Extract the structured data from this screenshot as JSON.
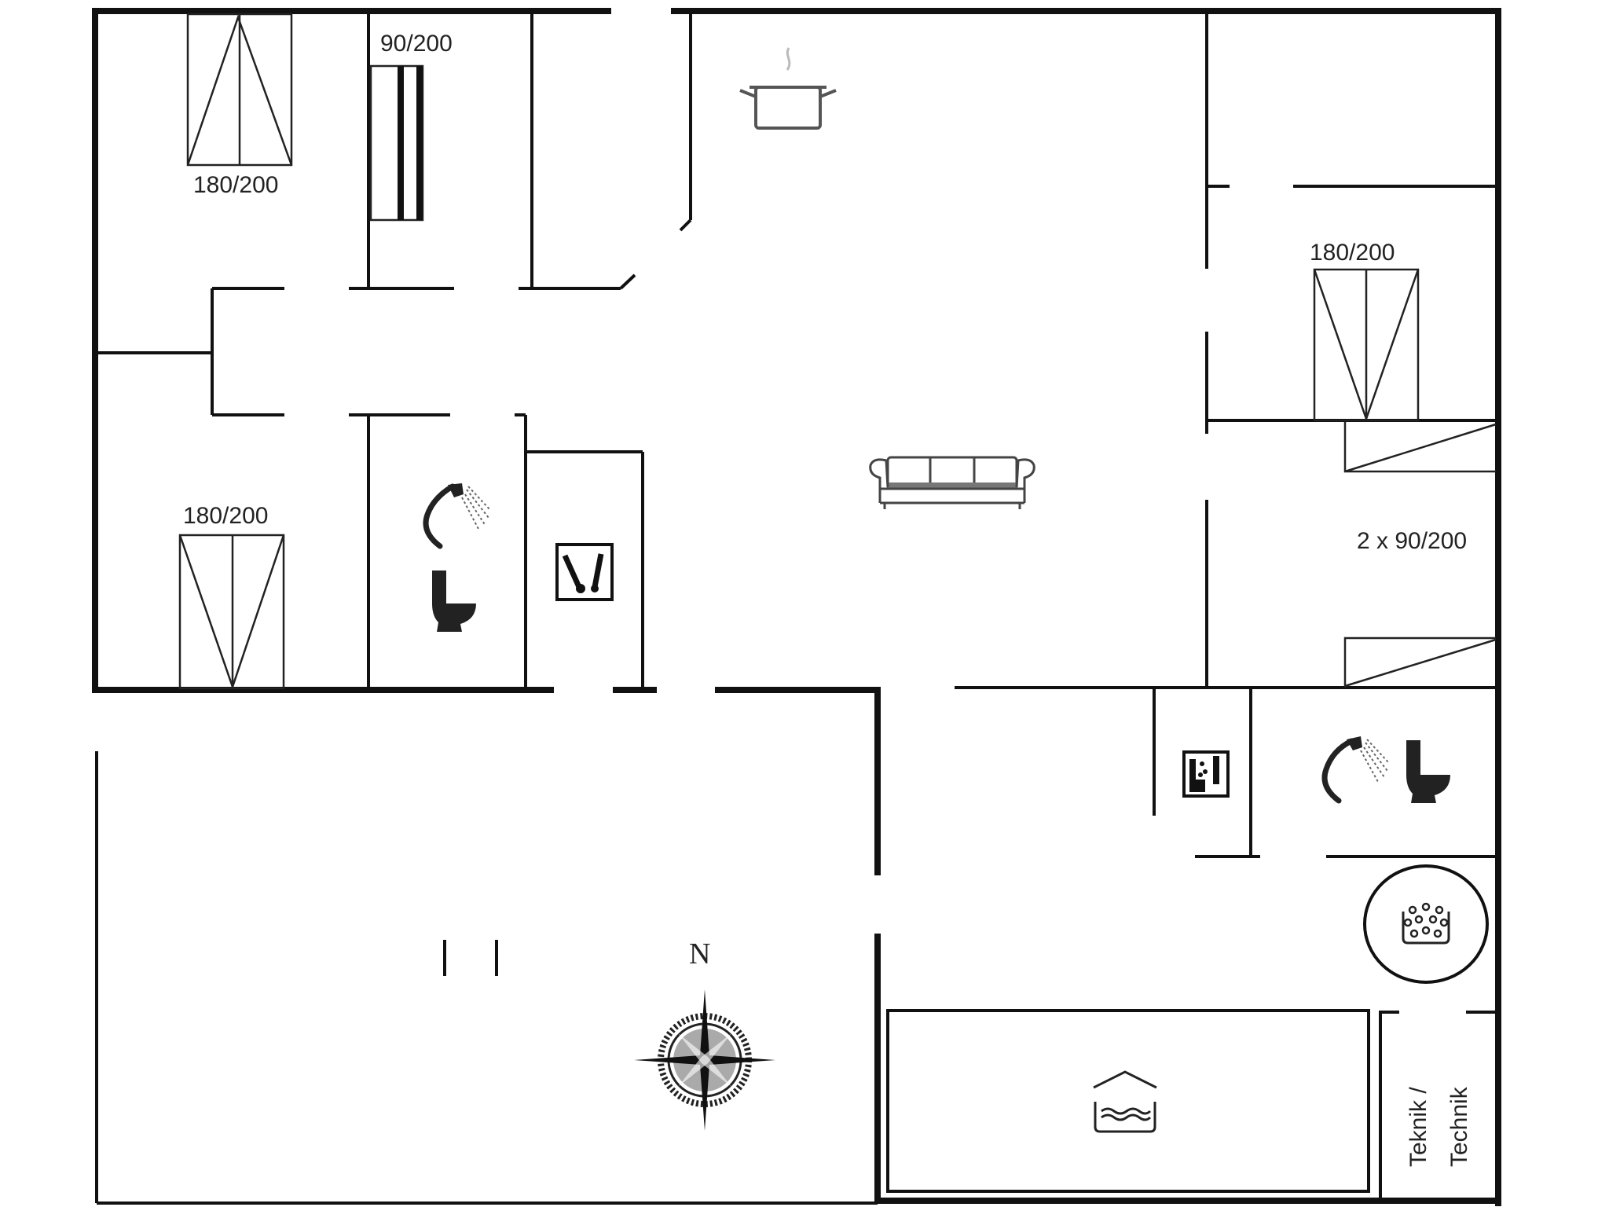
{
  "floorplan": {
    "labels": {
      "bed_top_left": "180/200",
      "bed_single_top": "90/200",
      "bed_bottom_left": "180/200",
      "bed_right": "180/200",
      "beds_right_twin": "2 x 90/200",
      "tech_room_line1": "Teknik /",
      "tech_room_line2": "Technik",
      "north": "N"
    },
    "icons": [
      "cooking-pot-icon",
      "sofa-icon",
      "shower-icon",
      "toilet-icon",
      "washing-machine-icon",
      "laundry-icon",
      "hot-tub-icon",
      "pool-icon",
      "compass-rose-icon"
    ],
    "colors": {
      "wall": "#111111",
      "background": "#ffffff"
    }
  }
}
